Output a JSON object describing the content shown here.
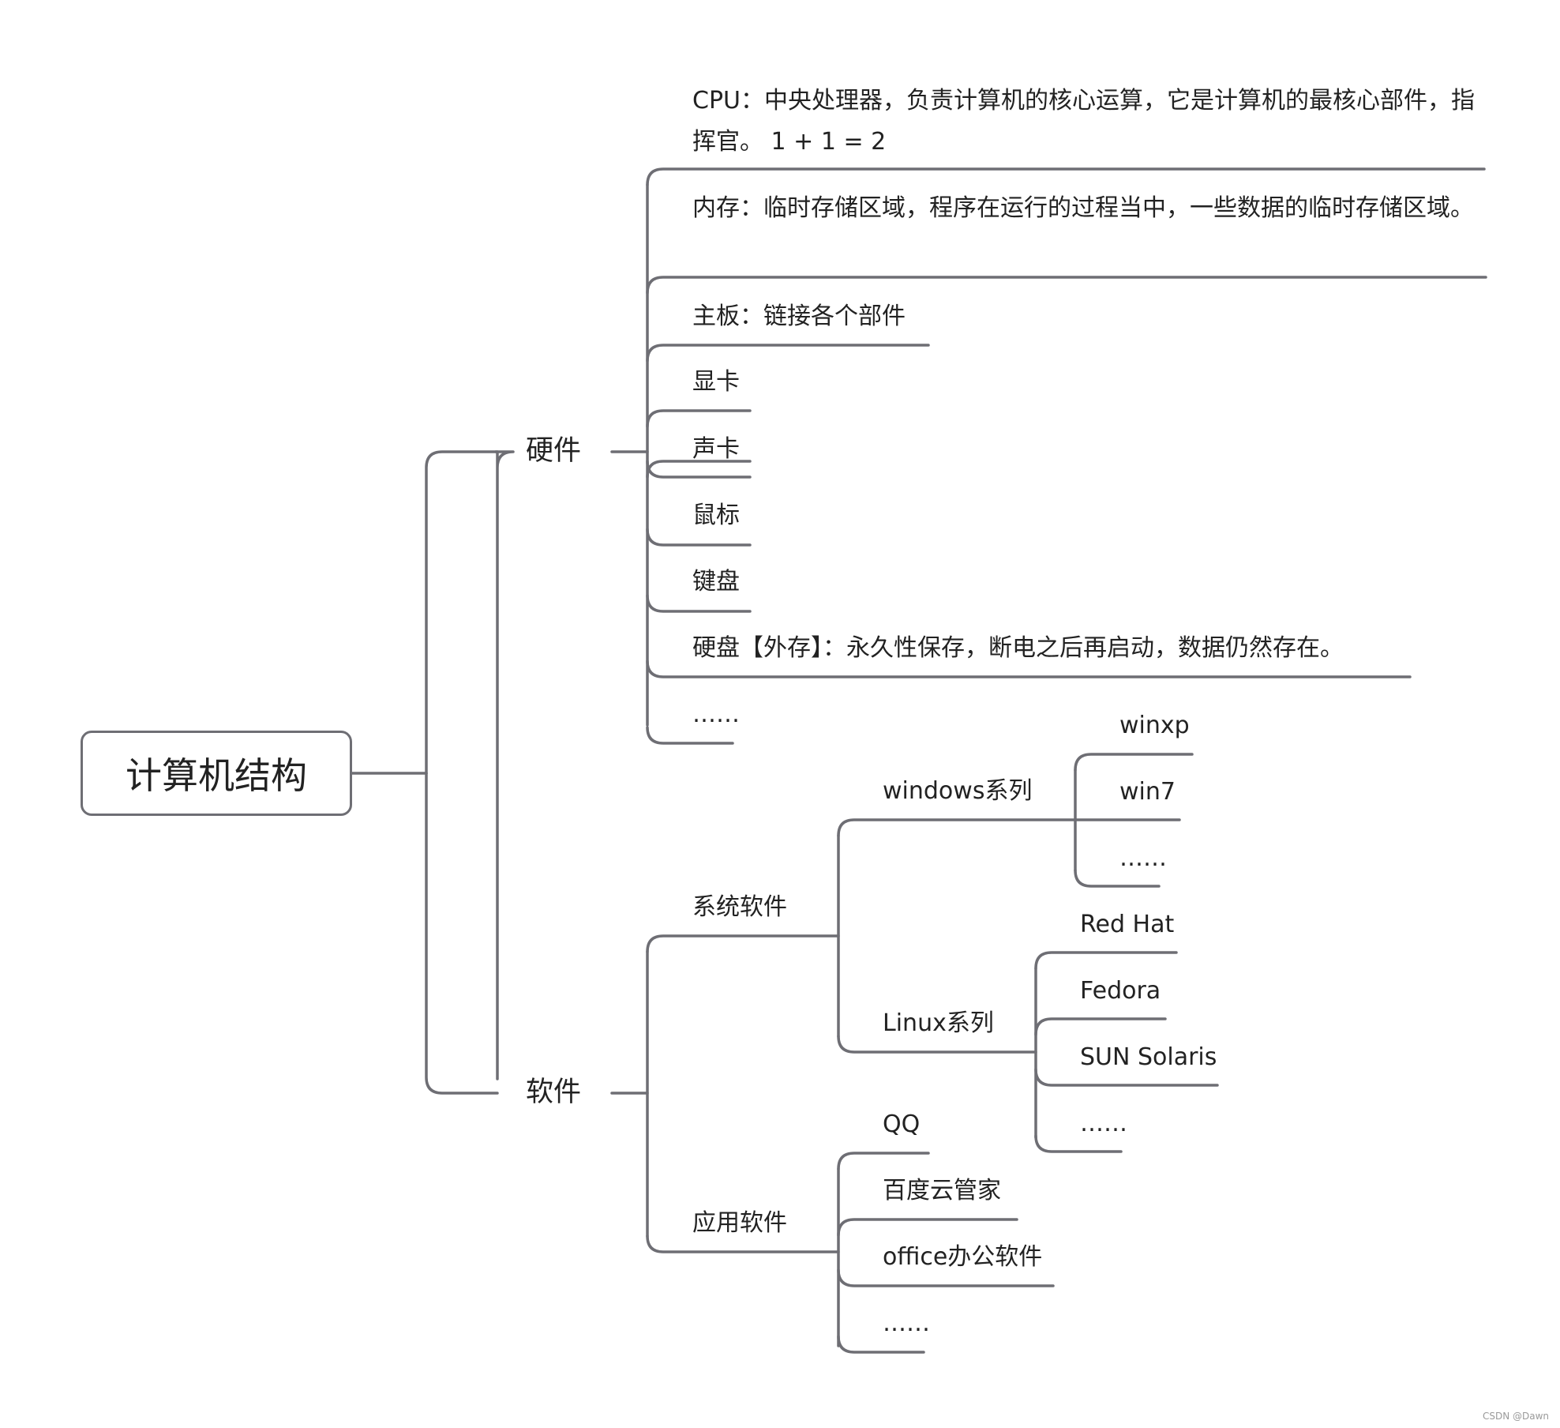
{
  "colors": {
    "line": "#6e6e74",
    "text": "#222222",
    "background": "#ffffff"
  },
  "root": {
    "label": "计算机结构"
  },
  "hardware": {
    "label": "硬件",
    "children": [
      "CPU：中央处理器，负责计算机的核心运算，它是计算机的最核心部件，指挥官。 1 + 1 = 2",
      "内存：临时存储区域，程序在运行的过程当中，一些数据的临时存储区域。",
      "主板：链接各个部件",
      "显卡",
      "声卡",
      "鼠标",
      "键盘",
      "硬盘【外存】：永久性保存，断电之后再启动，数据仍然存在。",
      "……"
    ]
  },
  "software": {
    "label": "软件",
    "system": {
      "label": "系统软件",
      "windows": {
        "label": "windows系列",
        "children": [
          "winxp",
          "win7",
          "……"
        ]
      },
      "linux": {
        "label": "Linux系列",
        "children": [
          "Red Hat",
          "Fedora",
          "SUN Solaris",
          "……"
        ]
      }
    },
    "application": {
      "label": "应用软件",
      "children": [
        "QQ",
        "百度云管家",
        "office办公软件",
        "……"
      ]
    }
  },
  "watermark": "CSDN @Dawn"
}
